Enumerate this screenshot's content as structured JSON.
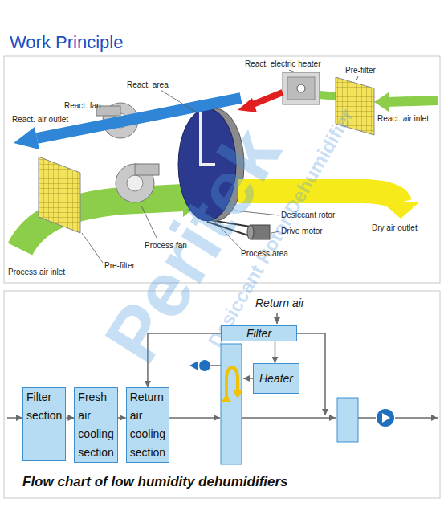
{
  "diagram": {
    "title": "Work Principle",
    "caption": "Flow chart of low humidity dehumidifiers",
    "nodes": [
      {
        "text": [
          "Filter"
        ]
      },
      {
        "text": [
          "Heater"
        ]
      },
      {
        "text": [
          "Filter section"
        ]
      },
      {
        "text": [
          "Fresh air cooling section"
        ]
      },
      {
        "text": [
          "Return air cooling section"
        ]
      }
    ],
    "edges": [
      {
        "from": 2,
        "to": 3,
        "arrow": "to"
      },
      {
        "from": 3,
        "to": 4,
        "arrow": "to"
      },
      {
        "from": 0,
        "to": 4,
        "arrow": "to"
      },
      {
        "from": 0,
        "to": 1,
        "arrow": "to"
      }
    ],
    "labels": [
      "React. area",
      "React. fan",
      "React. air outlet",
      "React. electric heater",
      "Pre-filter",
      "React. air inlet",
      "Dry air outlet",
      "Desiccant rotor",
      "Drive motor",
      "Process area",
      "Process fan",
      "Pre-filter",
      "Process air inlet",
      "Return air",
      "Peritek",
      "Desiccant Rotor Dehumidifier"
    ]
  }
}
